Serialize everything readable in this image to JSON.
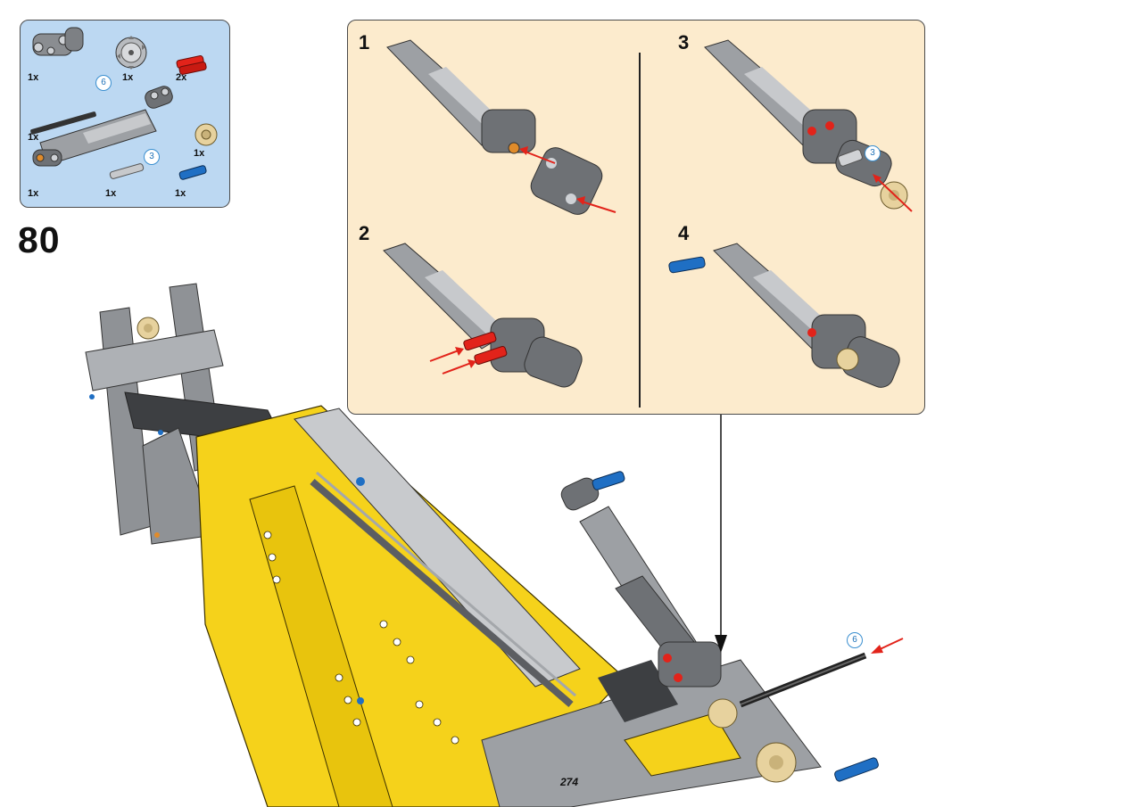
{
  "step_number": "80",
  "page_number": "274",
  "parts_list": {
    "items": [
      {
        "name": "gray-connector-part",
        "qty": "1x"
      },
      {
        "name": "gear-12-tooth-part",
        "qty": "1x"
      },
      {
        "name": "red-axle-pin-part",
        "qty": "2x"
      },
      {
        "name": "axle-6-part",
        "qty": "1x",
        "callout": "6"
      },
      {
        "name": "tan-gear-part",
        "qty": "1x"
      },
      {
        "name": "linear-actuator-part",
        "qty": "1x"
      },
      {
        "name": "axle-3-part",
        "qty": "1x",
        "callout": "3"
      },
      {
        "name": "blue-pin-part",
        "qty": "1x"
      }
    ]
  },
  "sub_steps": [
    {
      "label": "1"
    },
    {
      "label": "2"
    },
    {
      "label": "3",
      "callout": "3"
    },
    {
      "label": "4"
    }
  ],
  "main_callout": "6",
  "colors": {
    "parts_bg": "#bcd8f2",
    "substep_bg": "#fcebcd",
    "yellow": "#f5d21b",
    "gray": "#8f9296",
    "dark_gray": "#5a5c60",
    "red": "#e2231a",
    "blue": "#1f6fc4",
    "tan": "#e7d29e"
  }
}
